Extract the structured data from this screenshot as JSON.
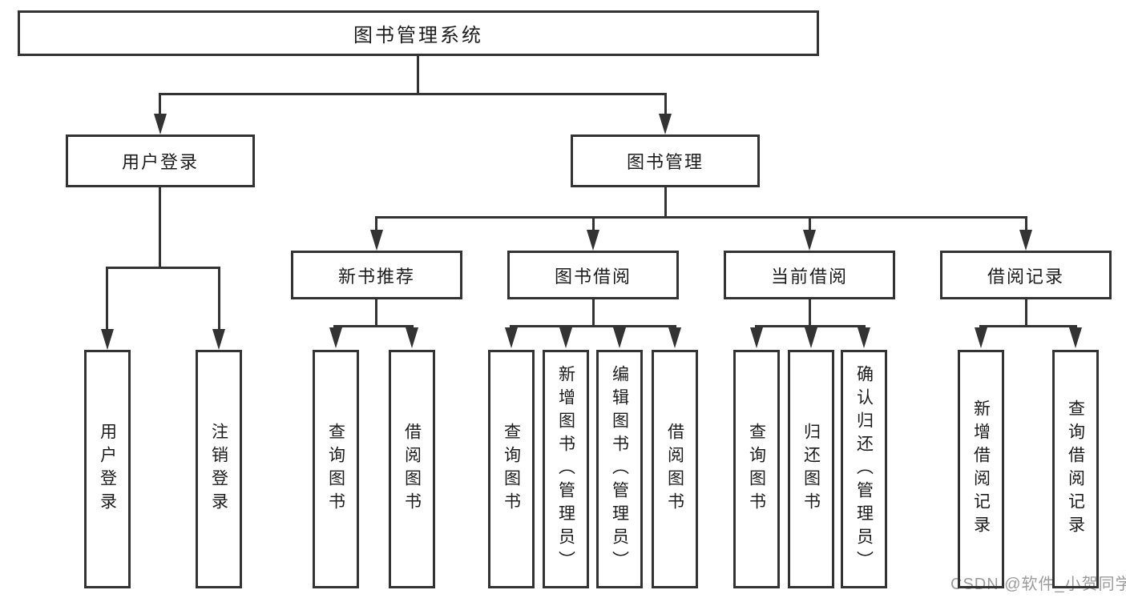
{
  "diagram_title": "图书管理系统",
  "nodes": {
    "root": "图书管理系统",
    "user_login": {
      "label": "用户登录",
      "children": [
        "用户登录",
        "注销登录"
      ]
    },
    "book_mgmt": {
      "label": "图书管理"
    },
    "new_books": {
      "label": "新书推荐",
      "children": [
        "查询图书",
        "借阅图书"
      ]
    },
    "book_borrow": {
      "label": "图书借阅",
      "children": [
        "查询图书",
        "新增图书（管理员）",
        "编辑图书（管理员）",
        "借阅图书"
      ]
    },
    "current_borrow": {
      "label": "当前借阅",
      "children": [
        "查询图书",
        "归还图书",
        "确认归还（管理员）"
      ]
    },
    "borrow_records": {
      "label": "借阅记录",
      "children": [
        "新增借阅记录",
        "查询借阅记录"
      ]
    }
  },
  "watermark": {
    "text": "CSDN @软件_小贺同学"
  },
  "colors": {
    "line": "#333333",
    "text": "#1c1c1c",
    "watermark": "#9b9b9b",
    "background": "#ffffff"
  }
}
